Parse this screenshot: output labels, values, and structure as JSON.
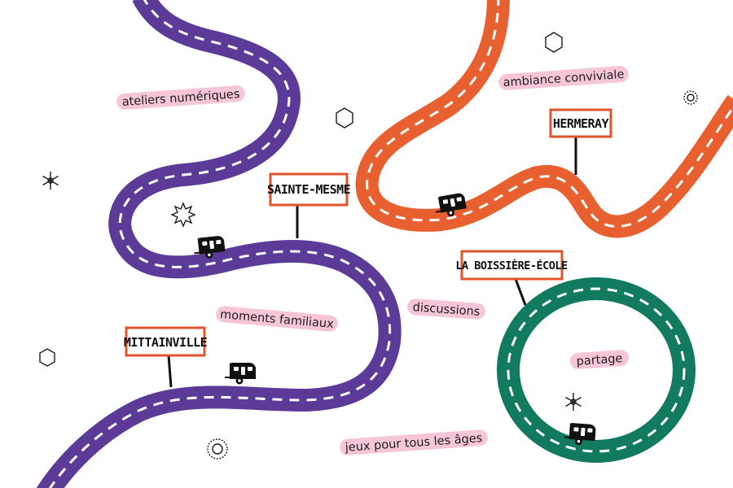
{
  "colors": {
    "purple_road": "#5b3b97",
    "orange_road": "#e8602f",
    "green_road": "#127a5e",
    "tag_background": "#f6c6d8",
    "sign_border": "#e0532b"
  },
  "tags": {
    "ateliers": "ateliers numériques",
    "ambiance": "ambiance conviviale",
    "moments": "moments familiaux",
    "discussions": "discussions",
    "partage": "partage",
    "jeux": "jeux pour tous les âges"
  },
  "signs": {
    "sainte_mesme": "SAINTE-MESME",
    "hermeray": "HERMERAY",
    "mittainville": "MITTAINVILLE",
    "la_boissiere": "LA BOISSIÈRE-ÉCOLE"
  },
  "icons": [
    "caravan-icon",
    "hexagon-icon",
    "snowflake-icon",
    "star-burst-icon",
    "gear-circle-icon"
  ]
}
